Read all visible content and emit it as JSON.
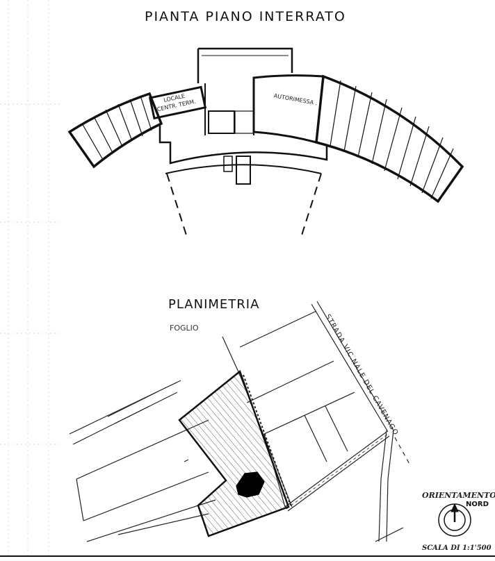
{
  "floor_plan": {
    "title": "PIANTA PIANO INTERRATO",
    "rooms": {
      "heating_line1": "LOCALE",
      "heating_line2": "CENTR. TERM.",
      "garage": "AUTORIMESSA ."
    }
  },
  "site_plan": {
    "title": "PLANIMETRIA",
    "sheet_label": "FOGLIO",
    "road_label": "STRADA VIC.NALE DEL CAVENAGO"
  },
  "legend": {
    "orientation": "ORIENTAMENTO",
    "north": "NORD",
    "scale": "SCALA DI 1:1'500"
  },
  "colors": {
    "ink": "#111111",
    "paper": "#ffffff"
  }
}
